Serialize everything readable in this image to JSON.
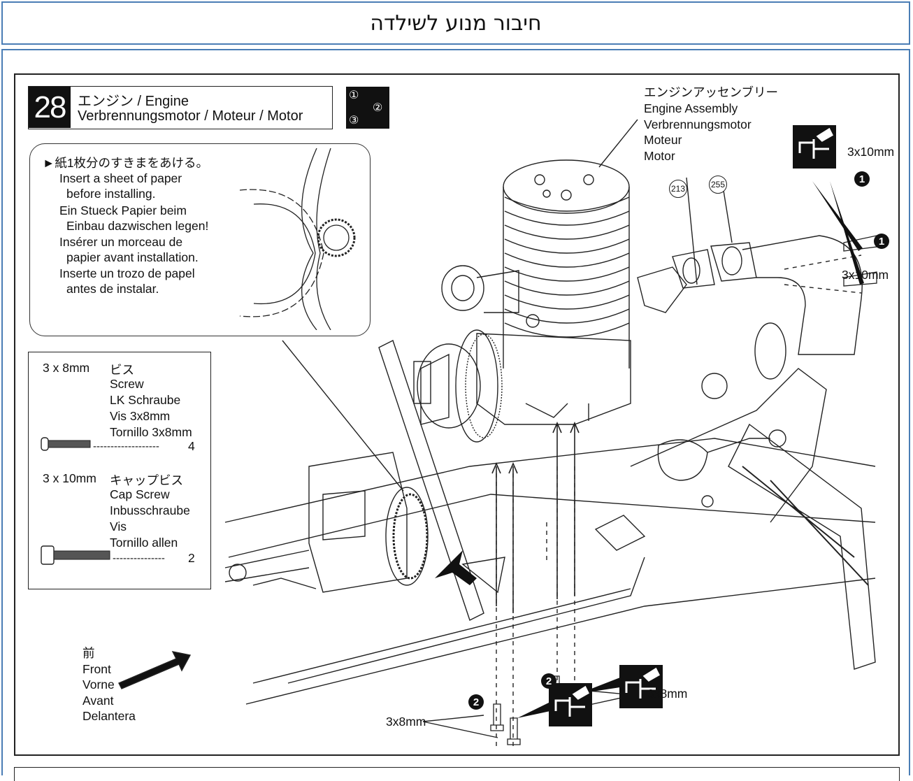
{
  "page_title": "חיבור מנוע לשילדה",
  "step": {
    "number": "28",
    "title_line1": "エンジン / Engine",
    "title_line2": "Verbrennungsmotor / Moteur / Motor"
  },
  "order_icon": {
    "n1": "①",
    "n2": "②",
    "n3": "③"
  },
  "callout_note": {
    "lines": [
      "►紙1枚分のすきまをあける。",
      "Insert a sheet of paper",
      "before installing.",
      "Ein Stueck Papier beim",
      "Einbau dazwischen legen!",
      "Insérer un morceau de",
      "papier avant installation.",
      "Inserte un trozo de papel",
      "antes de instalar."
    ]
  },
  "parts_legend": {
    "screw_3x8": {
      "size": "3 x 8mm",
      "names": [
        "ビス",
        "Screw",
        "LK Schraube",
        "Vis 3x8mm",
        "Tornillo 3x8mm"
      ],
      "qty": "4",
      "dashes": "-------------------"
    },
    "cap_screw_3x10": {
      "size": "3 x 10mm",
      "names": [
        "キャップビス",
        "Cap Screw",
        "Inbusschraube",
        "Vis",
        "Tornillo allen"
      ],
      "qty": "2",
      "dashes": "---------------"
    }
  },
  "front_label": [
    "前",
    "Front",
    "Vorne",
    "Avant",
    "Delantera"
  ],
  "engine_assembly_label": [
    "エンジンアッセンブリー",
    "Engine Assembly",
    "Verbrennungsmotor",
    "Moteur",
    "Motor"
  ],
  "part_numbers": [
    "213",
    "255"
  ],
  "callouts": {
    "cap_top": "3x10mm",
    "cap_bottom": "3x10mm",
    "screw_right": "3x8mm",
    "screw_left": "3x8mm",
    "marker_1": "1",
    "marker_2": "2"
  }
}
